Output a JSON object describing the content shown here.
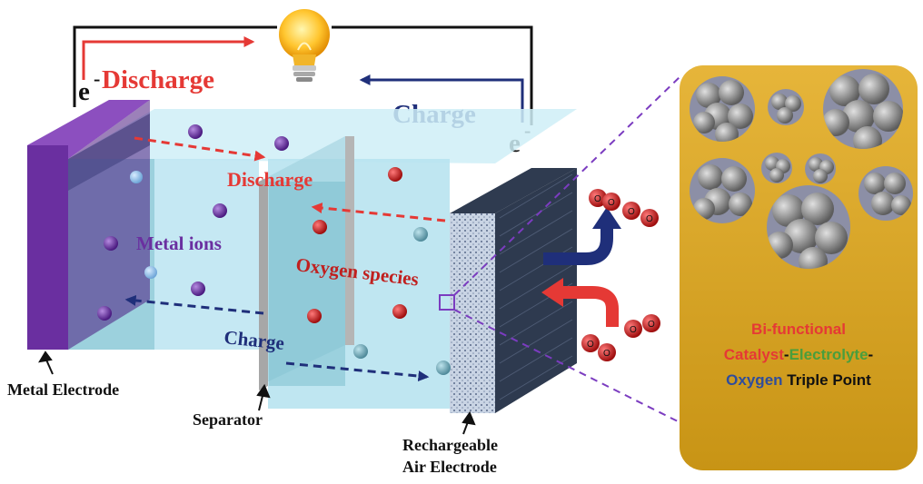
{
  "circuit": {
    "discharge_label": "Discharge",
    "charge_label": "Charge",
    "electron_left": "e",
    "electron_right": "e",
    "electron_superscript": "-"
  },
  "cell": {
    "discharge_inner": "Discharge",
    "charge_inner": "Charge",
    "metal_ions": "Metal ions",
    "oxygen_species": "Oxygen species"
  },
  "callouts": {
    "metal_electrode": "Metal Electrode",
    "separator": "Separator",
    "air_electrode_line1": "Rechargeable",
    "air_electrode_line2": "Air Electrode"
  },
  "oxygen_molecule_label": "O",
  "inset": {
    "line1": "Bi-functional",
    "line2_catalyst": "Catalyst",
    "line2_dash1": "-",
    "line2_electrolyte": "Electrolyte",
    "line2_dash2": "-",
    "line3_oxygen": "Oxygen",
    "line3_rest": " Triple Point"
  },
  "colors": {
    "discharge_red": "#e53935",
    "charge_navy": "#1f2f7a",
    "metal_purple": "#6a2fa0",
    "electrolyte": "#bfe6f2",
    "inset_gold": "#d9a726",
    "inset_green": "#4a9e3c",
    "inset_blue": "#2f4d9c"
  }
}
